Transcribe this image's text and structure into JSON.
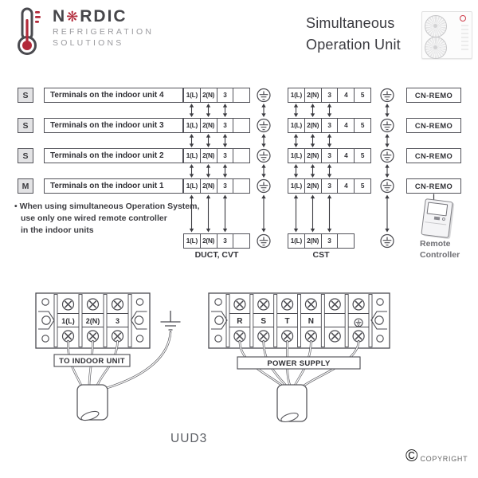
{
  "header": {
    "brand": {
      "part1": "N",
      "snowflake": "❋",
      "part2": "RDIC",
      "line2": "REFRIGERATION",
      "line3": "SOLUTIONS"
    },
    "title_line1": "Simultaneous",
    "title_line2": "Operation Unit"
  },
  "colors": {
    "brand_red": "#b22a3a",
    "brand_dark": "#46464a",
    "brand_gray": "#9a9a9e",
    "diagram_line": "#4a4a50",
    "text": "#3c3c41"
  },
  "diagram": {
    "rows": [
      {
        "type": "S",
        "label": "Terminals on the indoor unit 4"
      },
      {
        "type": "S",
        "label": "Terminals on the indoor unit 3"
      },
      {
        "type": "S",
        "label": "Terminals on the indoor unit 2"
      },
      {
        "type": "M",
        "label": "Terminals on the indoor unit 1"
      }
    ],
    "block1_cells": [
      "1(L)",
      "2(N)",
      "3",
      ""
    ],
    "block2_cells": [
      "1(L)",
      "2(N)",
      "3",
      "4",
      "5"
    ],
    "cn_remo_label": "CN-REMO",
    "bottom_block1": {
      "cells": [
        "1(L)",
        "2(N)",
        "3",
        ""
      ],
      "caption": "DUCT, CVT"
    },
    "bottom_block2": {
      "cells": [
        "1(L)",
        "2(N)",
        "3",
        ""
      ],
      "caption": "CST"
    },
    "note_lines": [
      "• When using simultaneous Operation System,",
      "use only one wired remote controller",
      "in the indoor units"
    ],
    "remote_label_line1": "Remote",
    "remote_label_line2": "Controller"
  },
  "strips": {
    "left": {
      "labels": [
        "1(L)",
        "2(N)",
        "3"
      ],
      "caption": "TO INDOOR UNIT"
    },
    "right": {
      "labels": [
        "R",
        "S",
        "T",
        "N",
        "",
        ""
      ],
      "ground_icon": "protective-earth",
      "caption": "POWER SUPPLY"
    }
  },
  "footer": {
    "model": "UUD3",
    "copyright_symbol": "©",
    "copyright_text": "COPYRIGHT"
  }
}
